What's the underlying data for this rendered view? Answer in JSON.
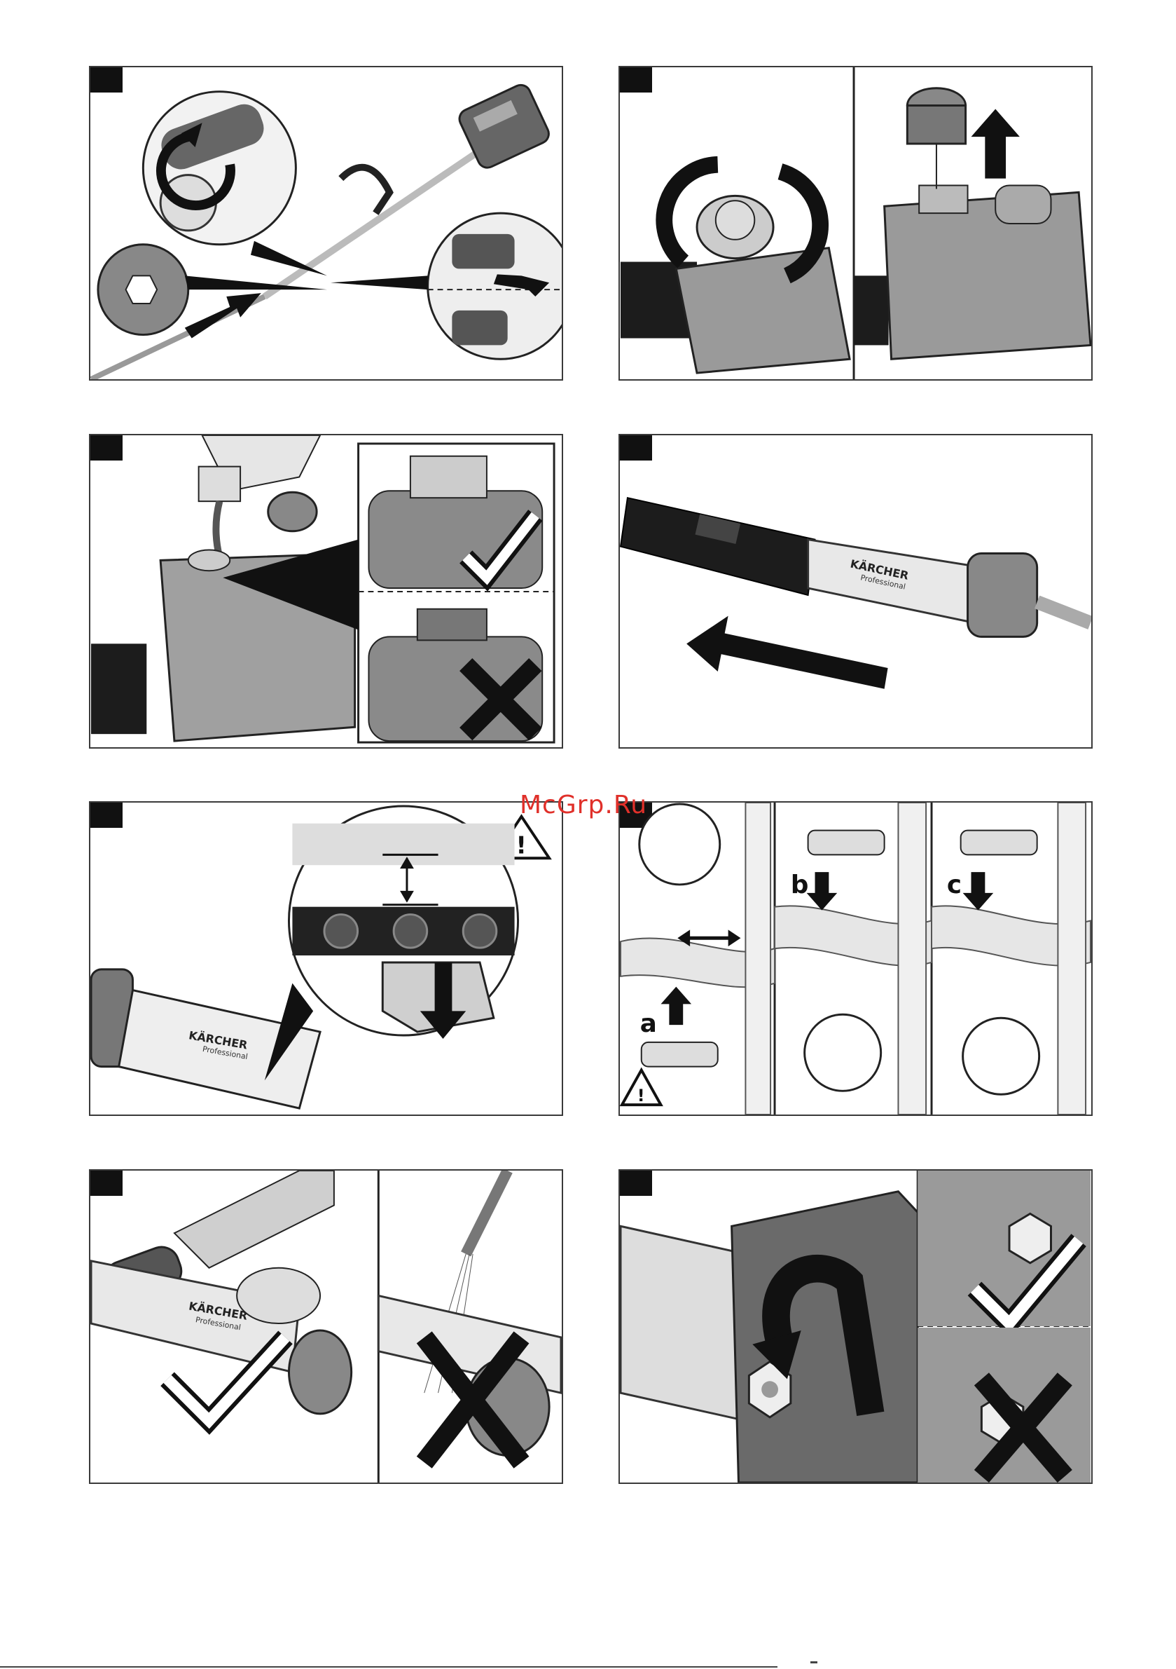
{
  "watermark": {
    "text": "McGrp.Ru"
  },
  "panels": [
    {
      "name": "panel-mounting-attachment",
      "labels": []
    },
    {
      "name": "panel-oil-cap-removal",
      "labels": []
    },
    {
      "name": "panel-oil-filling",
      "labels": []
    },
    {
      "name": "panel-chain-cover",
      "labels": [],
      "brand": "KÄRCHER",
      "brand_sub": "Professional"
    },
    {
      "name": "panel-chain-tension",
      "labels": [],
      "brand": "KÄRCHER",
      "brand_sub": "Professional"
    },
    {
      "name": "panel-cutting-steps",
      "labels": [
        "a",
        "b",
        "c"
      ]
    },
    {
      "name": "panel-cleaning",
      "labels": [],
      "brand": "KÄRCHER",
      "brand_sub": "Professional"
    },
    {
      "name": "panel-bar-nut",
      "labels": []
    }
  ],
  "colors": {
    "frame": "#3a3a3a",
    "ink": "#111111",
    "metal": "#8a8a8a",
    "watermark": "#e0302a"
  }
}
